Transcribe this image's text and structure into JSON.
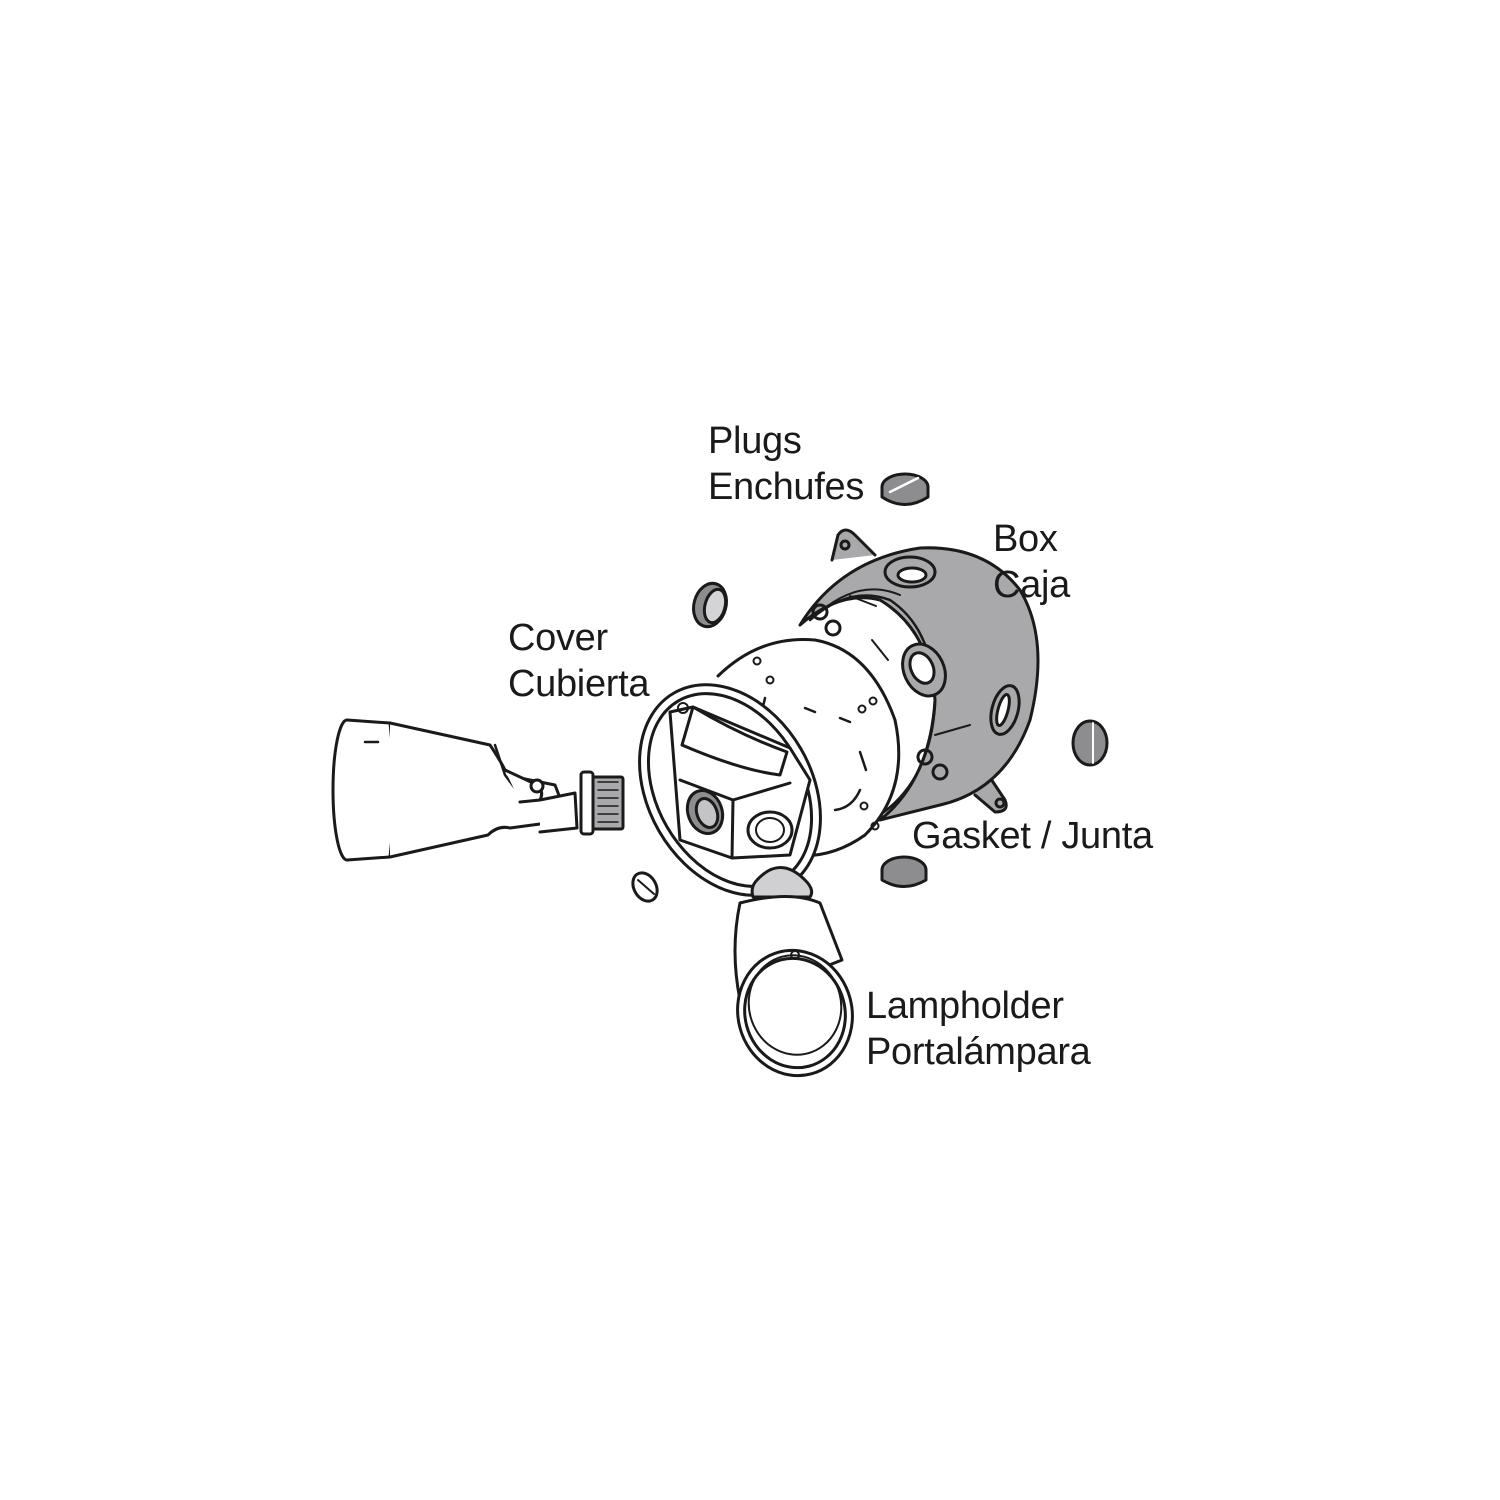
{
  "diagram": {
    "type": "exploded-parts-illustration",
    "colors": {
      "background": "#ffffff",
      "line": "#1a1a1a",
      "box_fill": "#a9a9ab",
      "box_inner": "#bdbdbf",
      "plug_fill": "#8d8d8f",
      "text": "#1a1a1a"
    },
    "parts": [
      {
        "id": "plugs",
        "label_en": "Plugs",
        "label_es": "Enchufes"
      },
      {
        "id": "box",
        "label_en": "Box",
        "label_es": "Caja"
      },
      {
        "id": "cover",
        "label_en": "Cover",
        "label_es": "Cubierta"
      },
      {
        "id": "gasket",
        "label": "Gasket / Junta"
      },
      {
        "id": "lampholder",
        "label_en": "Lampholder",
        "label_es": "Portalámpara"
      }
    ]
  }
}
